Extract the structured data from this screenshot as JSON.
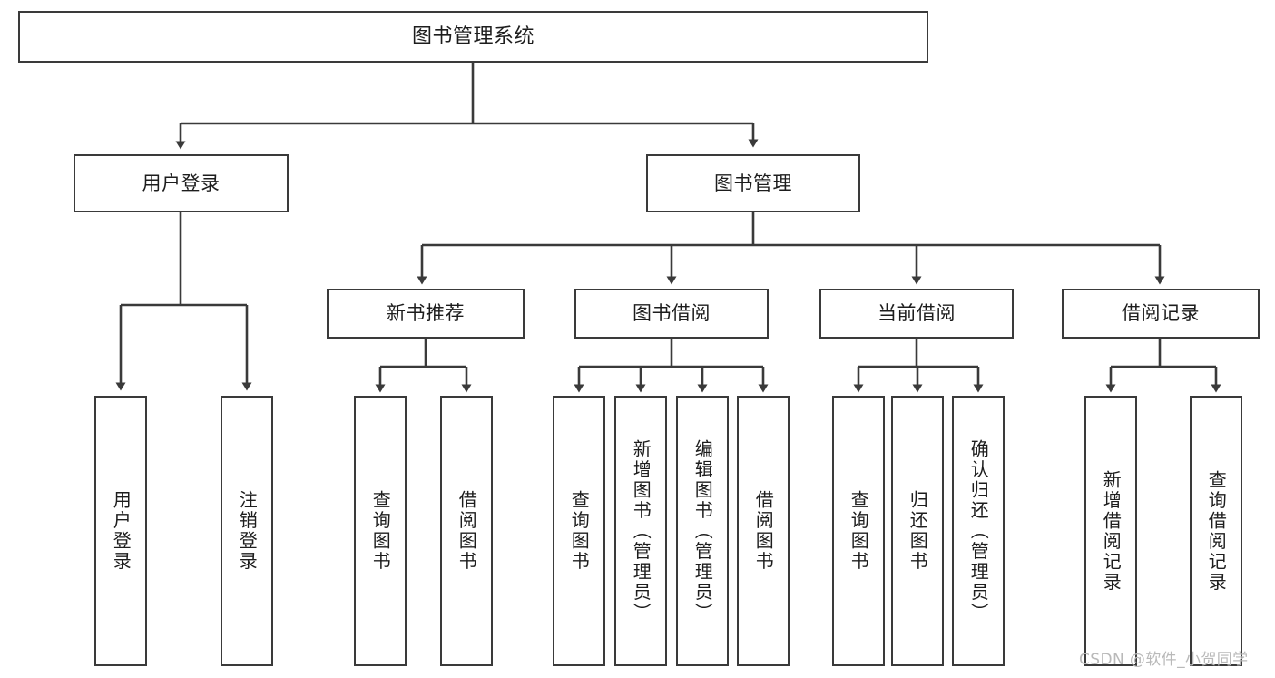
{
  "diagram": {
    "title": "图书管理系统",
    "type": "tree-hierarchy-chart",
    "watermark": "CSDN @软件_小贺同学",
    "style": {
      "background": "#ffffff",
      "box_border": "#3a3a3a",
      "box_fill": "#ffffff",
      "text_color": "#1d1d1d",
      "edge_color": "#3a3a3a",
      "watermark_color": "#b9b9b9"
    }
  },
  "nodes": {
    "root": {
      "label": "图书管理系统"
    },
    "level2": [
      {
        "label": "用户登录"
      },
      {
        "label": "图书管理"
      }
    ],
    "level3": [
      {
        "label": "新书推荐"
      },
      {
        "label": "图书借阅"
      },
      {
        "label": "当前借阅"
      },
      {
        "label": "借阅记录"
      }
    ],
    "leaves": {
      "user_login": [
        {
          "label": "用户登录"
        },
        {
          "label": "注销登录"
        }
      ],
      "new_book": [
        {
          "label": "查询图书"
        },
        {
          "label": "借阅图书"
        }
      ],
      "book_borrow": [
        {
          "label": "查询图书"
        },
        {
          "label": "新增图书（管理员）"
        },
        {
          "label": "编辑图书（管理员）"
        },
        {
          "label": "借阅图书"
        }
      ],
      "current_borrow": [
        {
          "label": "查询图书"
        },
        {
          "label": "归还图书"
        },
        {
          "label": "确认归还（管理员）"
        }
      ],
      "borrow_record": [
        {
          "label": "新增借阅记录"
        },
        {
          "label": "查询借阅记录"
        }
      ]
    }
  }
}
